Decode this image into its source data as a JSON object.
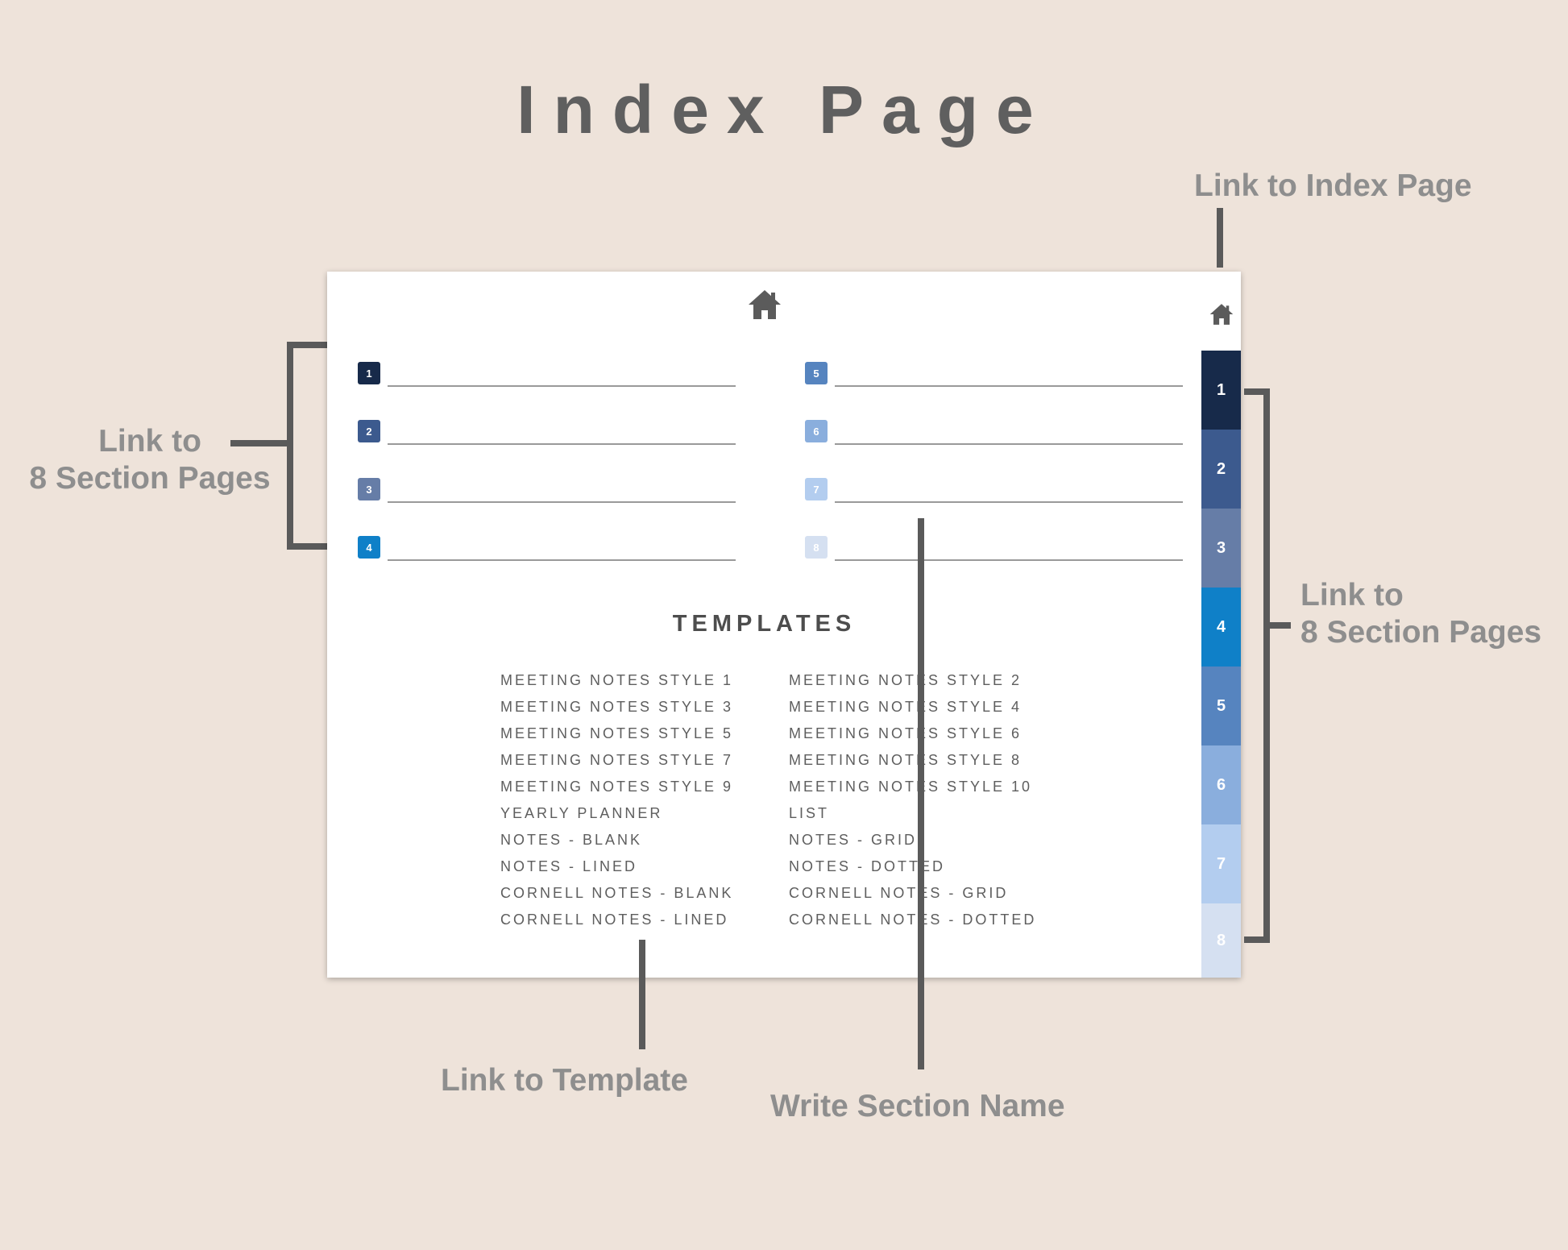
{
  "title": "Index Page",
  "annotations": {
    "index_link": "Link to Index Page",
    "sections_left": [
      "Link to",
      "8 Section Pages"
    ],
    "sections_right": [
      "Link to",
      "8 Section Pages"
    ],
    "template_link": "Link to Template",
    "section_name": "Write Section Name"
  },
  "colors": {
    "background": "#EEE3DA",
    "sections": [
      "#172a4a",
      "#3c5a8e",
      "#667da7",
      "#0f80c8",
      "#5684bf",
      "#8aaedd",
      "#b3cdef",
      "#d5e0f1"
    ]
  },
  "icons": {
    "home": "home-icon"
  },
  "sections": [
    {
      "number": "1",
      "name": ""
    },
    {
      "number": "2",
      "name": ""
    },
    {
      "number": "3",
      "name": ""
    },
    {
      "number": "4",
      "name": ""
    },
    {
      "number": "5",
      "name": ""
    },
    {
      "number": "6",
      "name": ""
    },
    {
      "number": "7",
      "name": ""
    },
    {
      "number": "8",
      "name": ""
    }
  ],
  "templates": {
    "heading": "TEMPLATES",
    "left": [
      "MEETING NOTES STYLE 1",
      "MEETING NOTES STYLE 3",
      "MEETING NOTES STYLE 5",
      "MEETING NOTES STYLE 7",
      "MEETING NOTES STYLE 9",
      "YEARLY PLANNER",
      "NOTES - BLANK",
      "NOTES - LINED",
      "CORNELL NOTES - BLANK",
      "CORNELL NOTES - LINED"
    ],
    "right": [
      "MEETING NOTES STYLE 2",
      "MEETING NOTES STYLE 4",
      "MEETING NOTES STYLE 6",
      "MEETING NOTES STYLE 8",
      "MEETING NOTES STYLE 10",
      "LIST",
      "NOTES - GRID",
      "NOTES - DOTTED",
      "CORNELL NOTES - GRID",
      "CORNELL NOTES - DOTTED"
    ]
  },
  "tabs": [
    "1",
    "2",
    "3",
    "4",
    "5",
    "6",
    "7",
    "8"
  ]
}
